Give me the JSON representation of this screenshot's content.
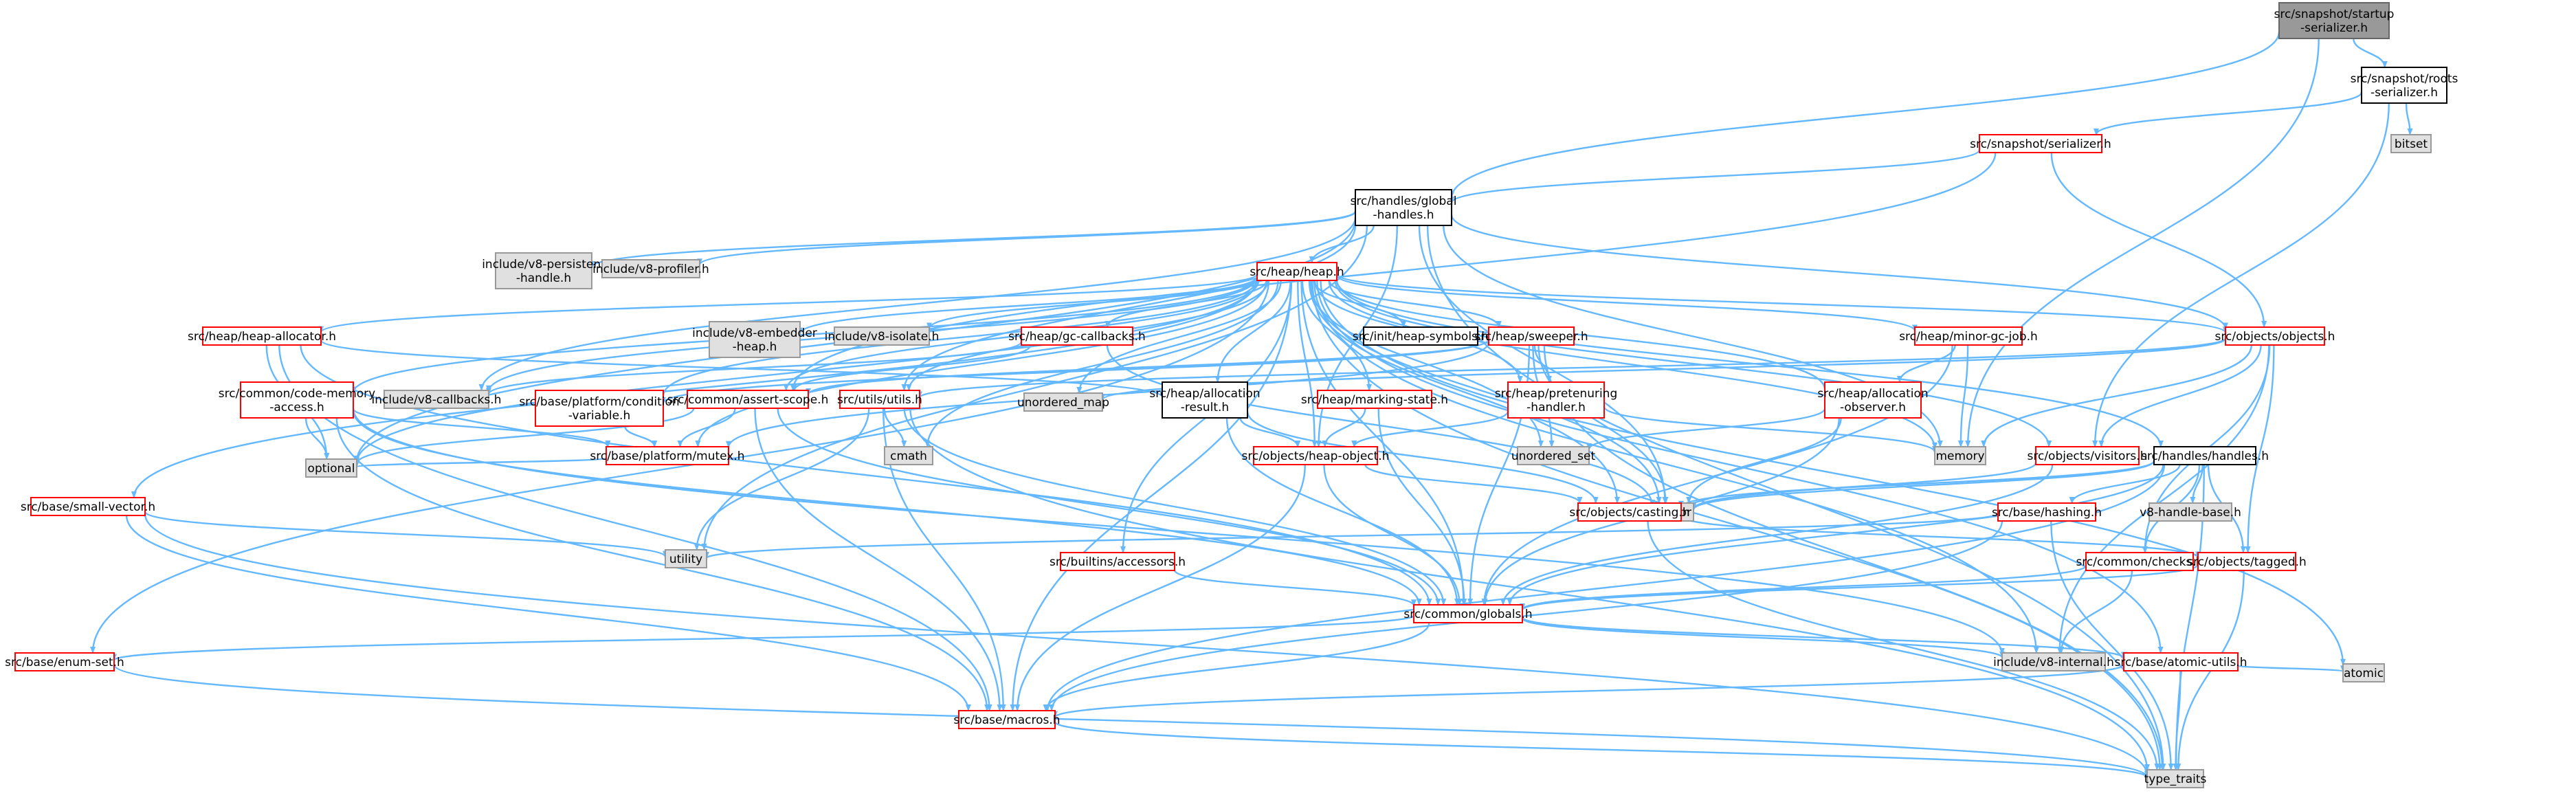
{
  "colors": {
    "edge": "#63b8ff",
    "root_fill": "#999999",
    "root_border": "#666666",
    "header_fill": "#ffffff",
    "header_border": "#ff0000",
    "plain_border": "#000000",
    "system_fill": "#e0e0e0",
    "system_border": "#999999"
  },
  "nodes": [
    {
      "id": "startup",
      "lines": [
        "src/snapshot/startup",
        "-serializer.h"
      ],
      "kind": "root"
    },
    {
      "id": "roots",
      "lines": [
        "src/snapshot/roots",
        "-serializer.h"
      ],
      "kind": "plain"
    },
    {
      "id": "bitset",
      "lines": [
        "bitset"
      ],
      "kind": "system"
    },
    {
      "id": "serializer",
      "lines": [
        "src/snapshot/serializer.h"
      ],
      "kind": "header"
    },
    {
      "id": "global",
      "lines": [
        "src/handles/global",
        "-handles.h"
      ],
      "kind": "plain"
    },
    {
      "id": "persistent",
      "lines": [
        "include/v8-persistent",
        "-handle.h"
      ],
      "kind": "system"
    },
    {
      "id": "profiler",
      "lines": [
        "include/v8-profiler.h"
      ],
      "kind": "system"
    },
    {
      "id": "heap",
      "lines": [
        "src/heap/heap.h"
      ],
      "kind": "header"
    },
    {
      "id": "heapalloc",
      "lines": [
        "src/heap/heap-allocator.h"
      ],
      "kind": "header"
    },
    {
      "id": "embedder",
      "lines": [
        "include/v8-embedder",
        "-heap.h"
      ],
      "kind": "system"
    },
    {
      "id": "isolate",
      "lines": [
        "include/v8-isolate.h"
      ],
      "kind": "system"
    },
    {
      "id": "gccb",
      "lines": [
        "src/heap/gc-callbacks.h"
      ],
      "kind": "header"
    },
    {
      "id": "heapsym",
      "lines": [
        "src/init/heap-symbols.h"
      ],
      "kind": "plain"
    },
    {
      "id": "sweeper",
      "lines": [
        "src/heap/sweeper.h"
      ],
      "kind": "header"
    },
    {
      "id": "minorgc",
      "lines": [
        "src/heap/minor-gc-job.h"
      ],
      "kind": "header"
    },
    {
      "id": "objects",
      "lines": [
        "src/objects/objects.h"
      ],
      "kind": "header"
    },
    {
      "id": "codemem",
      "lines": [
        "src/common/code-memory",
        "-access.h"
      ],
      "kind": "header"
    },
    {
      "id": "v8cb",
      "lines": [
        "include/v8-callbacks.h"
      ],
      "kind": "system"
    },
    {
      "id": "condvar",
      "lines": [
        "src/base/platform/condition",
        "-variable.h"
      ],
      "kind": "header"
    },
    {
      "id": "assert",
      "lines": [
        "src/common/assert-scope.h"
      ],
      "kind": "header"
    },
    {
      "id": "utils",
      "lines": [
        "src/utils/utils.h"
      ],
      "kind": "header"
    },
    {
      "id": "umap",
      "lines": [
        "unordered_map"
      ],
      "kind": "system"
    },
    {
      "id": "allocres",
      "lines": [
        "src/heap/allocation",
        "-result.h"
      ],
      "kind": "plain"
    },
    {
      "id": "marking",
      "lines": [
        "src/heap/marking-state.h"
      ],
      "kind": "header"
    },
    {
      "id": "pretenure",
      "lines": [
        "src/heap/pretenuring",
        "-handler.h"
      ],
      "kind": "header"
    },
    {
      "id": "allocobs",
      "lines": [
        "src/heap/allocation",
        "-observer.h"
      ],
      "kind": "header"
    },
    {
      "id": "uset",
      "lines": [
        "unordered_set"
      ],
      "kind": "system"
    },
    {
      "id": "memory",
      "lines": [
        "memory"
      ],
      "kind": "system"
    },
    {
      "id": "cmath",
      "lines": [
        "cmath"
      ],
      "kind": "system"
    },
    {
      "id": "mutex",
      "lines": [
        "src/base/platform/mutex.h"
      ],
      "kind": "header"
    },
    {
      "id": "heapobj",
      "lines": [
        "src/objects/heap-object.h"
      ],
      "kind": "header"
    },
    {
      "id": "visitors",
      "lines": [
        "src/objects/visitors.h"
      ],
      "kind": "header"
    },
    {
      "id": "handles",
      "lines": [
        "src/handles/handles.h"
      ],
      "kind": "plain"
    },
    {
      "id": "optional",
      "lines": [
        "optional"
      ],
      "kind": "system"
    },
    {
      "id": "smallvec",
      "lines": [
        "src/base/small-vector.h"
      ],
      "kind": "header"
    },
    {
      "id": "vector",
      "lines": [
        "vector"
      ],
      "kind": "system"
    },
    {
      "id": "casting",
      "lines": [
        "src/objects/casting.h"
      ],
      "kind": "header"
    },
    {
      "id": "hashing",
      "lines": [
        "src/base/hashing.h"
      ],
      "kind": "header"
    },
    {
      "id": "handlebase",
      "lines": [
        "v8-handle-base.h"
      ],
      "kind": "system"
    },
    {
      "id": "utility",
      "lines": [
        "utility"
      ],
      "kind": "system"
    },
    {
      "id": "accessors",
      "lines": [
        "src/builtins/accessors.h"
      ],
      "kind": "header"
    },
    {
      "id": "checks",
      "lines": [
        "src/common/checks.h"
      ],
      "kind": "header"
    },
    {
      "id": "tagged",
      "lines": [
        "src/objects/tagged.h"
      ],
      "kind": "header"
    },
    {
      "id": "globals",
      "lines": [
        "src/common/globals.h"
      ],
      "kind": "header"
    },
    {
      "id": "enumset",
      "lines": [
        "src/base/enum-set.h"
      ],
      "kind": "header"
    },
    {
      "id": "v8internal",
      "lines": [
        "include/v8-internal.h"
      ],
      "kind": "system"
    },
    {
      "id": "atomicutils",
      "lines": [
        "src/base/atomic-utils.h"
      ],
      "kind": "header"
    },
    {
      "id": "atomic",
      "lines": [
        "atomic"
      ],
      "kind": "system"
    },
    {
      "id": "macros",
      "lines": [
        "src/base/macros.h"
      ],
      "kind": "header"
    },
    {
      "id": "typetraits",
      "lines": [
        "type_traits"
      ],
      "kind": "system"
    }
  ]
}
